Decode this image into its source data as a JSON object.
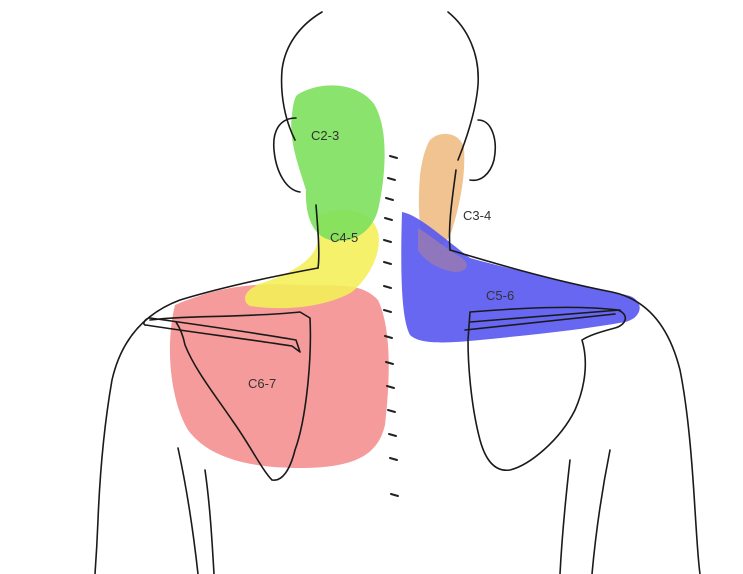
{
  "diagram": {
    "regions": [
      {
        "id": "c2-3",
        "label": "C2-3",
        "color": "#7de05c"
      },
      {
        "id": "c3-4",
        "label": "C3-4",
        "color": "#f0c08a"
      },
      {
        "id": "c4-5",
        "label": "C4-5",
        "color": "#f4f05a"
      },
      {
        "id": "c5-6",
        "label": "C5-6",
        "color": "#5a5af0"
      },
      {
        "id": "c6-7",
        "label": "C6-7",
        "color": "#f48a8a"
      }
    ]
  }
}
